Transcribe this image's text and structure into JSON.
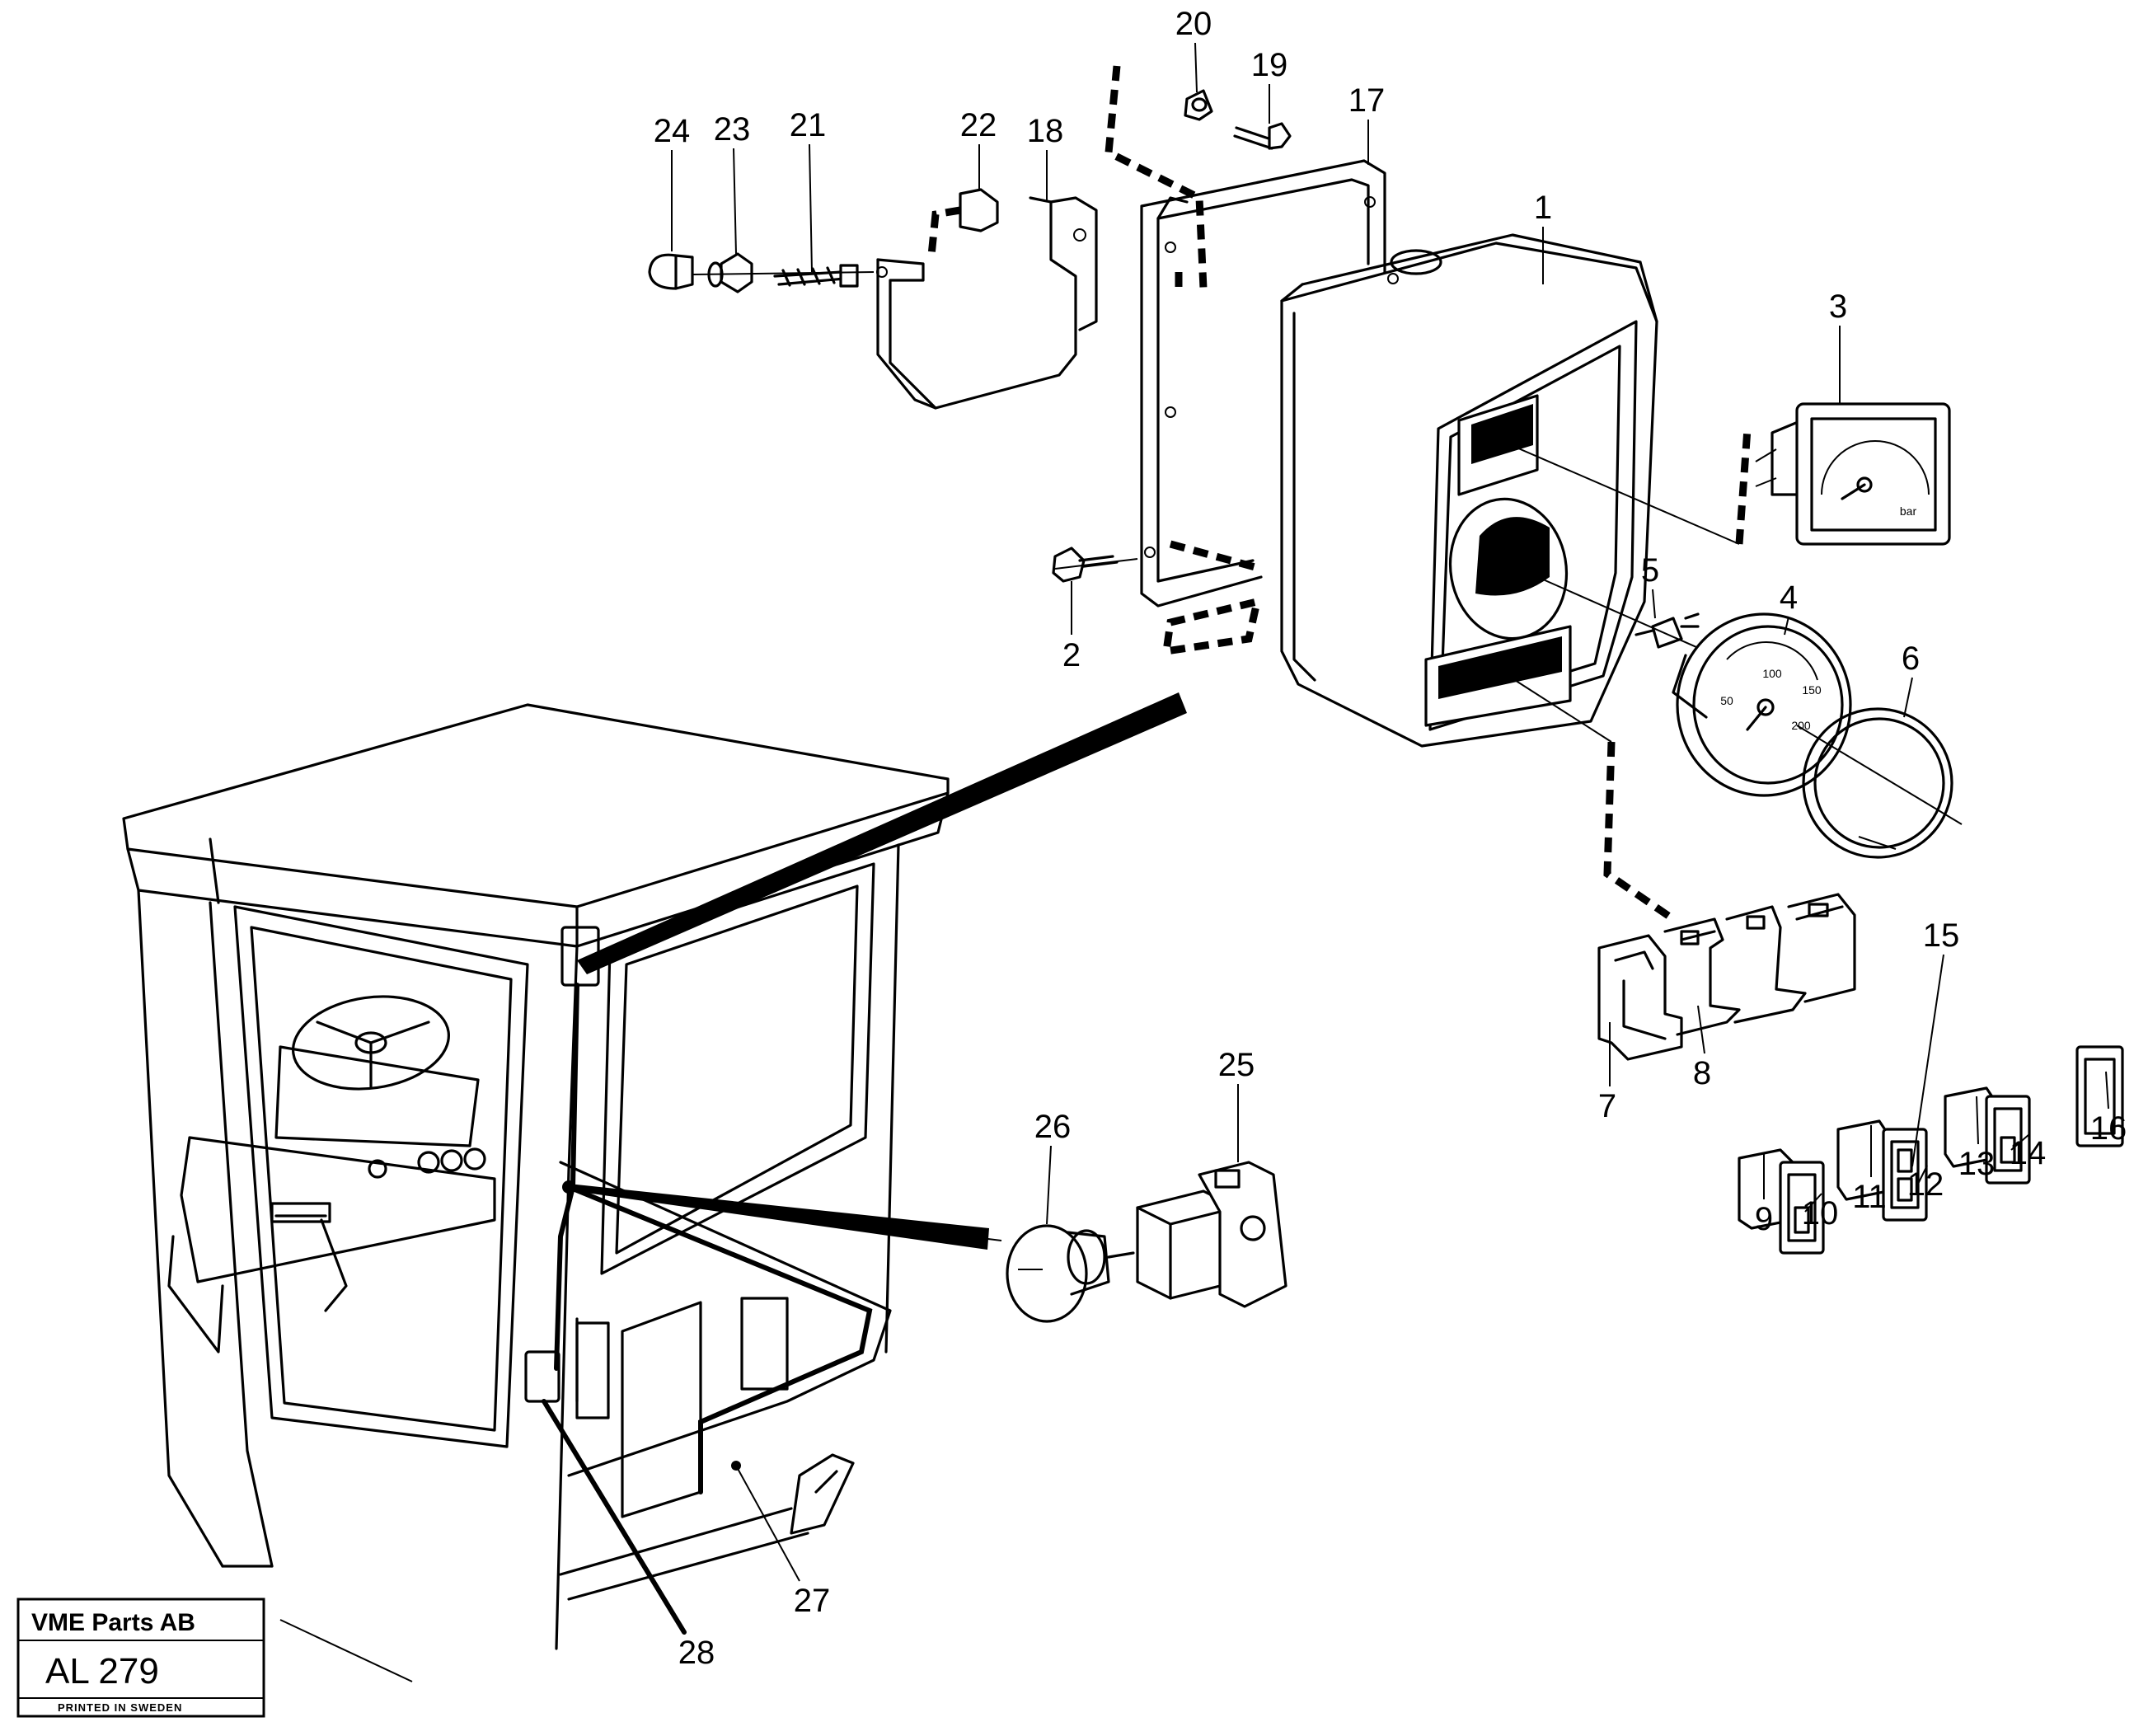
{
  "callouts": [
    {
      "id": "1",
      "text": "1"
    },
    {
      "id": "2",
      "text": "2"
    },
    {
      "id": "3",
      "text": "3"
    },
    {
      "id": "4",
      "text": "4"
    },
    {
      "id": "5",
      "text": "5"
    },
    {
      "id": "6",
      "text": "6"
    },
    {
      "id": "7",
      "text": "7"
    },
    {
      "id": "8",
      "text": "8"
    },
    {
      "id": "9",
      "text": "9"
    },
    {
      "id": "10",
      "text": "10"
    },
    {
      "id": "11",
      "text": "11"
    },
    {
      "id": "12",
      "text": "12"
    },
    {
      "id": "13",
      "text": "13"
    },
    {
      "id": "14",
      "text": "14"
    },
    {
      "id": "15",
      "text": "15"
    },
    {
      "id": "16",
      "text": "16"
    },
    {
      "id": "17",
      "text": "17"
    },
    {
      "id": "18",
      "text": "18"
    },
    {
      "id": "19",
      "text": "19"
    },
    {
      "id": "20",
      "text": "20"
    },
    {
      "id": "21",
      "text": "21"
    },
    {
      "id": "22",
      "text": "22"
    },
    {
      "id": "23",
      "text": "23"
    },
    {
      "id": "24",
      "text": "24"
    },
    {
      "id": "25",
      "text": "25"
    },
    {
      "id": "26",
      "text": "26"
    },
    {
      "id": "27",
      "text": "27"
    },
    {
      "id": "28",
      "text": "28"
    }
  ],
  "gauge_3": {
    "unit": "bar"
  },
  "gauge_4": {
    "scale": [
      "50",
      "100",
      "150",
      "200"
    ]
  },
  "stamp": {
    "company": "VME Parts AB",
    "code": "AL 279",
    "printed": "PRINTED IN SWEDEN"
  }
}
